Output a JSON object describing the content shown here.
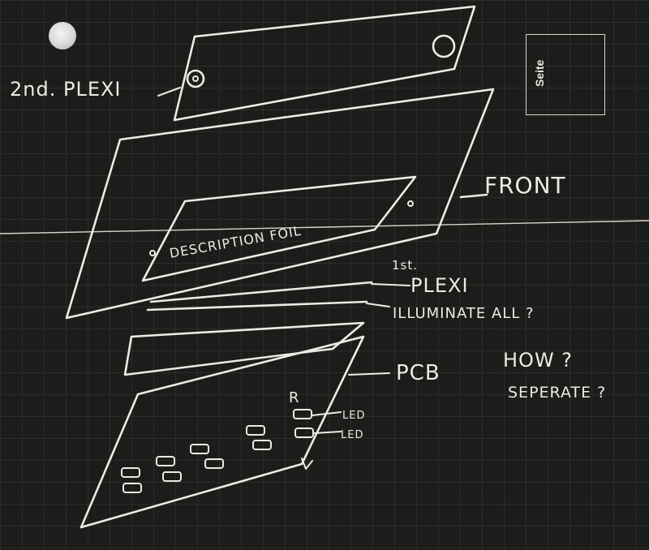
{
  "sheet": {
    "corner_box_label": "Seite"
  },
  "labels": {
    "second_plexi": "2nd. PLEXI",
    "front": "FRONT",
    "description_foil": "DESCRIPTION FOIL",
    "first_plexi_ordinal": "1st.",
    "first_plexi": "PLEXI",
    "illuminate_all": "ILLUMINATE ALL ?",
    "pcb": "PCB",
    "how": "HOW ?",
    "seperate": "SEPERATE ?",
    "resistor": "R",
    "led_1": "LED",
    "led_2": "LED"
  },
  "colors": {
    "board": "#1c1c1b",
    "chalk": "#ecebe3",
    "grid": "#2c2c2a"
  }
}
